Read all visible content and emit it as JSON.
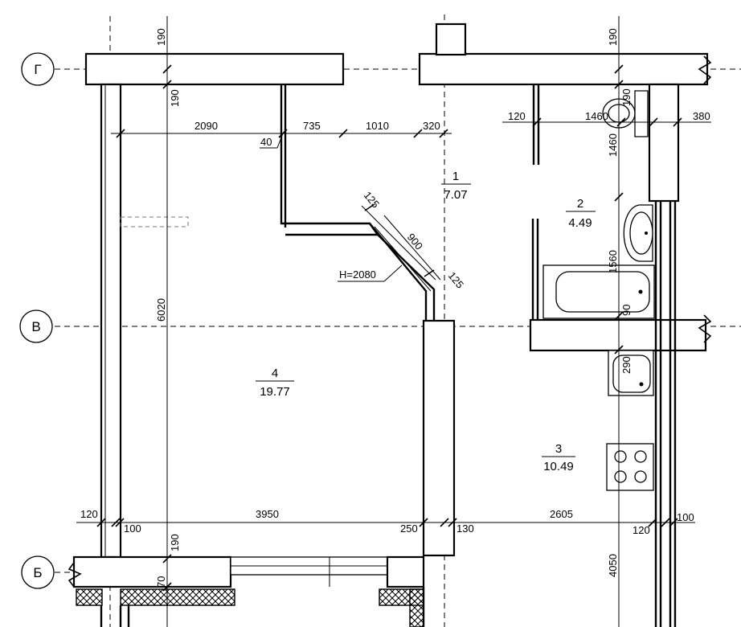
{
  "axes": [
    {
      "label": "Г"
    },
    {
      "label": "В"
    },
    {
      "label": "Б"
    }
  ],
  "rooms": [
    {
      "number": "1",
      "area": "7.07"
    },
    {
      "number": "2",
      "area": "4.49"
    },
    {
      "number": "3",
      "area": "10.49"
    },
    {
      "number": "4",
      "area": "19.77"
    }
  ],
  "dimensions": {
    "top_wall_left": "190",
    "top_wall_left_below": "190",
    "top_wall_right": "190",
    "d_2090": "2090",
    "d_735": "735",
    "d_1010": "1010",
    "d_320": "320",
    "d_40": "40",
    "d_120_top": "120",
    "d_1460_h": "1460",
    "d_380": "380",
    "d_190_v": "190",
    "d_1460_v": "1460",
    "d_125_a": "125",
    "d_900": "900",
    "d_125_b": "125",
    "h_note": "H=2080",
    "d_6020": "6020",
    "d_1560": "1560",
    "d_90": "90",
    "d_290": "290",
    "d_120_bl": "120",
    "d_100_bl": "100",
    "d_3950": "3950",
    "d_250": "250",
    "d_130": "130",
    "d_2605": "2605",
    "d_120_br": "120",
    "d_100_br": "100",
    "d_190_bot": "190",
    "d_70": "70",
    "d_4050": "4050"
  }
}
